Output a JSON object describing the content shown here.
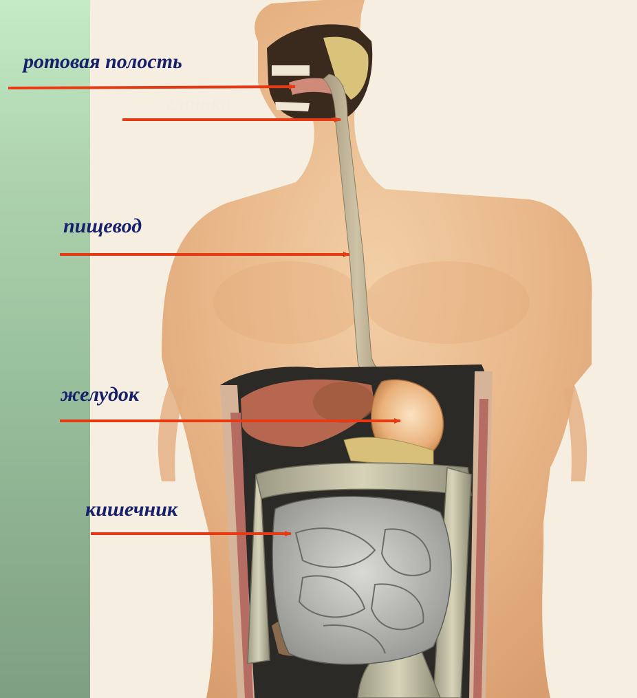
{
  "slide": {
    "colors": {
      "background_top": "#c4ebc6",
      "background_bottom": "#7f9f82",
      "panel": "#f6eee0",
      "label_text": "#17206a",
      "arrow": "#e53a14",
      "skin": "#eaba8c"
    }
  },
  "labels": {
    "mouth": "ротовая полость",
    "pharynx": "глотка",
    "esophagus": "пищевод",
    "stomach": "желудок",
    "intestine": "кишечник"
  }
}
